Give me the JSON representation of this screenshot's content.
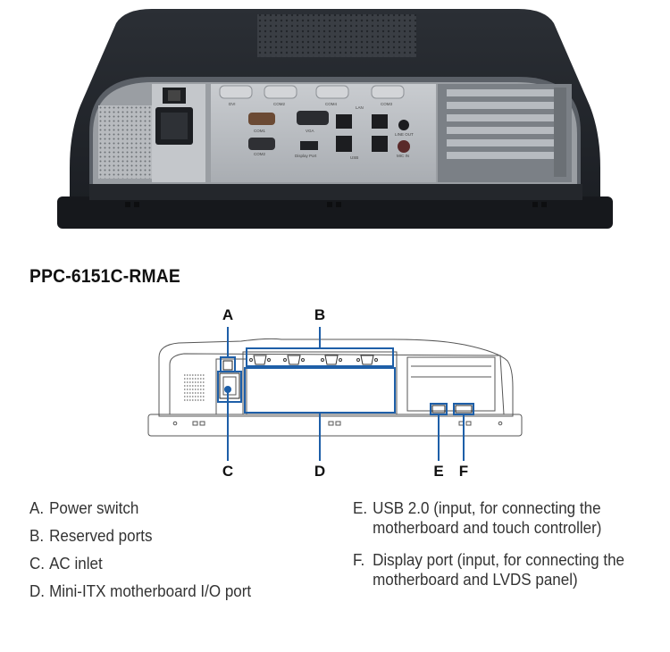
{
  "title": "PPC-6151C-RMAE",
  "photo": {
    "port_labels": [
      "DVI",
      "COM2",
      "COM4",
      "COM3",
      "LAN",
      "COM1",
      "VGA",
      "COM2",
      "Display Port",
      "USB",
      "LINE OUT",
      "MIC IN"
    ]
  },
  "diagram": {
    "callouts": [
      "A",
      "B",
      "C",
      "D",
      "E",
      "F"
    ]
  },
  "legend": [
    {
      "letter": "A.",
      "lines": [
        "Power switch"
      ]
    },
    {
      "letter": "B.",
      "lines": [
        "Reserved ports"
      ]
    },
    {
      "letter": "C.",
      "lines": [
        "AC inlet"
      ]
    },
    {
      "letter": "D.",
      "lines": [
        "Mini-ITX motherboard I/O port"
      ]
    },
    {
      "letter": "E.",
      "lines": [
        "USB 2.0 (input, for connecting the",
        "motherboard and touch controller)"
      ]
    },
    {
      "letter": "F.",
      "lines": [
        "Display port (input, for connecting the",
        "motherboard and LVDS panel)"
      ]
    }
  ]
}
